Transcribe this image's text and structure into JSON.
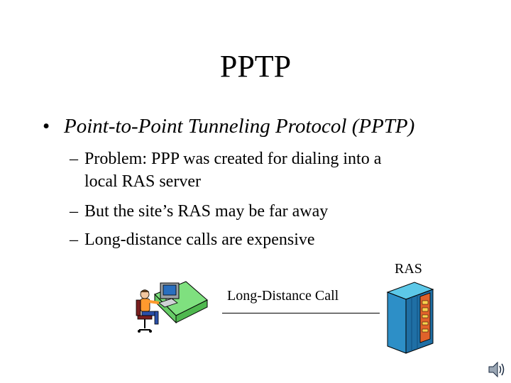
{
  "slide": {
    "title": "PPTP",
    "bullet": {
      "marker": "•",
      "text": "Point-to-Point Tunneling Protocol (PPTP)",
      "subitems": [
        {
          "dash": "–",
          "line1": "Problem: PPP was created for dialing into a",
          "line2": "local RAS server"
        },
        {
          "dash": "–",
          "line1": "But the site’s RAS may be far away"
        },
        {
          "dash": "–",
          "line1": "Long-distance calls are expensive"
        }
      ]
    },
    "diagram": {
      "ras_label": "RAS",
      "call_label": "Long-Distance Call",
      "workstation_icon": "computer-user-at-desk-icon",
      "server_icon": "server-tower-icon",
      "sound_icon": "speaker-sound-icon"
    }
  }
}
